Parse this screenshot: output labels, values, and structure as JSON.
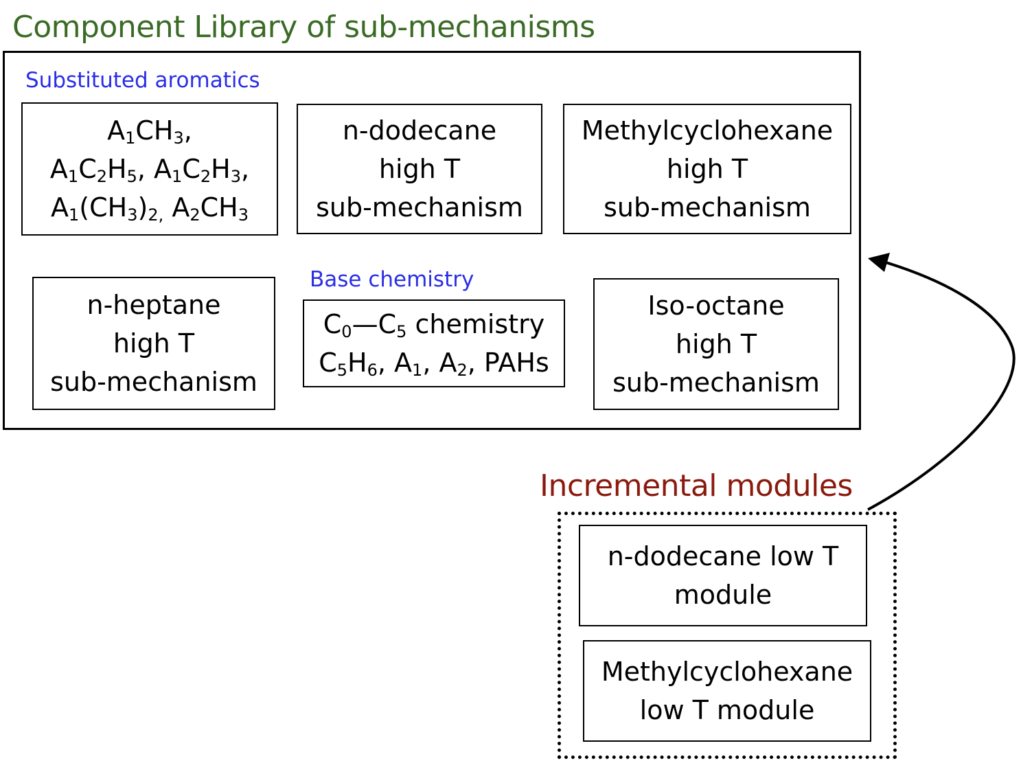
{
  "title": "Component Library of sub-mechanisms",
  "library": {
    "substituted_label": "Substituted aromatics",
    "base_label": "Base chemistry",
    "aromatics_box": {
      "l1_a": "A",
      "l1_a_sub": "1",
      "l1_b": "CH",
      "l1_b_sub": "3",
      "l1_c": ",",
      "l2_a": "A",
      "l2_a_sub": "1",
      "l2_b": "C",
      "l2_b_sub": "2",
      "l2_c": "H",
      "l2_c_sub": "5",
      "l2_d": ", A",
      "l2_d_sub": "1",
      "l2_e": "C",
      "l2_e_sub": "2",
      "l2_f": "H",
      "l2_f_sub": "3",
      "l2_g": ",",
      "l3_a": "A",
      "l3_a_sub": "1",
      "l3_b": "(CH",
      "l3_b_sub": "3",
      "l3_c": ")",
      "l3_c_sub": "2,",
      "l3_d": " A",
      "l3_d_sub": "2",
      "l3_e": "CH",
      "l3_e_sub": "3"
    },
    "dodecane_high": [
      "n-dodecane",
      "high T",
      "sub-mechanism"
    ],
    "mch_high": [
      "Methylcyclohexane",
      "high T",
      "sub-mechanism"
    ],
    "heptane_high": [
      "n-heptane",
      "high T",
      "sub-mechanism"
    ],
    "base_box": {
      "l1_a": "C",
      "l1_a_sub": "0",
      "l1_b": "—C",
      "l1_b_sub": "5",
      "l1_c": " chemistry",
      "l2_a": "C",
      "l2_a_sub": "5",
      "l2_b": "H",
      "l2_b_sub": "6",
      "l2_c": ", A",
      "l2_c_sub": "1",
      "l2_d": ", A",
      "l2_d_sub": "2",
      "l2_e": ", PAHs"
    },
    "isooctane_high": [
      "Iso-octane",
      "high T",
      "sub-mechanism"
    ]
  },
  "modules": {
    "title": "Incremental modules",
    "dodecane_low": [
      "n-dodecane low T",
      "module"
    ],
    "mch_low": [
      "Methylcyclohexane",
      "low T module"
    ]
  }
}
